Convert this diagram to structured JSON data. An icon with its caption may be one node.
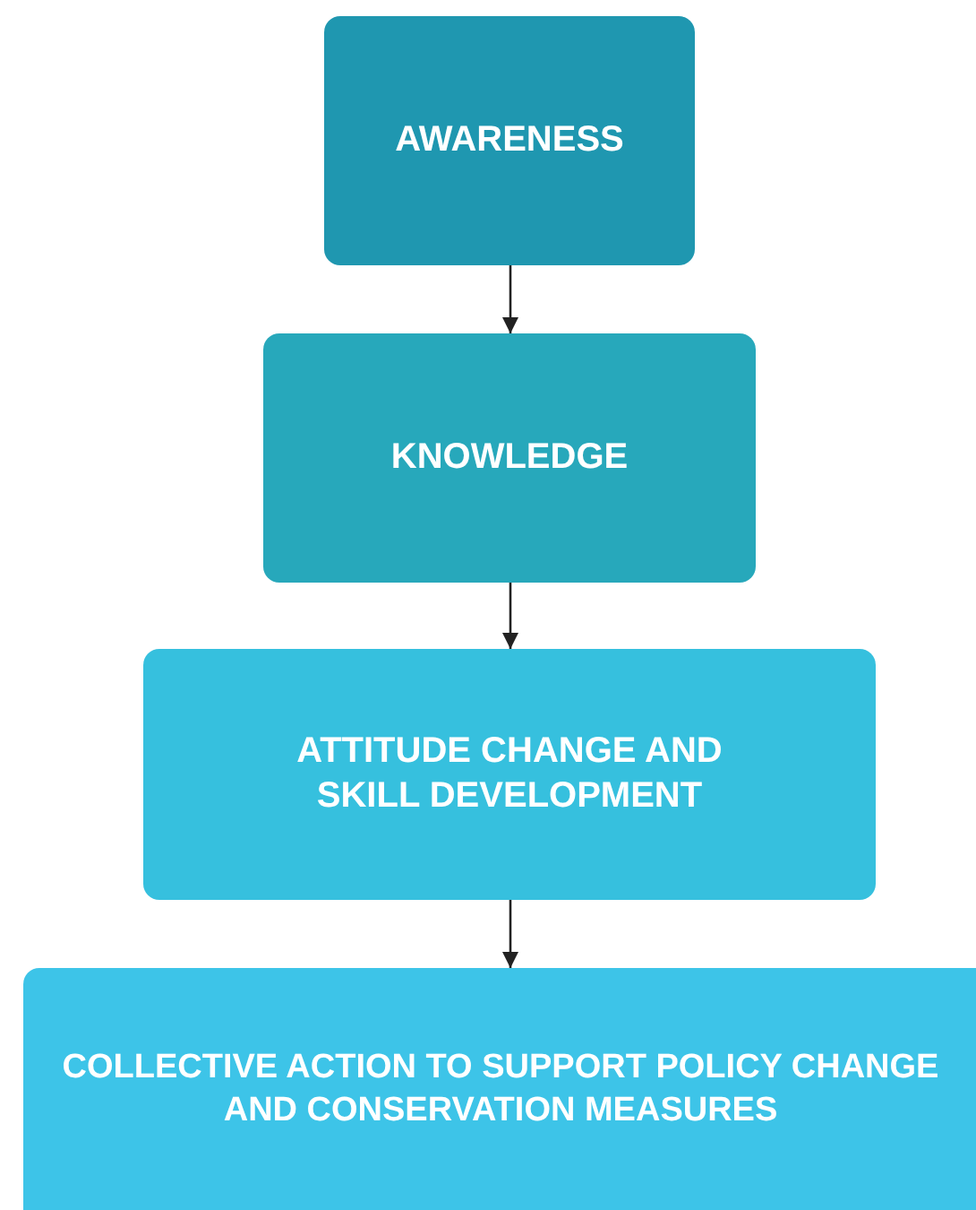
{
  "diagram": {
    "nodes": [
      {
        "text": [
          "AWARENESS"
        ]
      },
      {
        "text": [
          "KNOWLEDGE"
        ]
      },
      {
        "text": [
          "ATTITUDE CHANGE AND SKILL DEVELOPMENT"
        ]
      },
      {
        "text": [
          "COLLECTIVE ACTION TO SUPPORT POLICY CHANGE AND CONSERVATION MEASURES"
        ]
      }
    ],
    "edges": [
      {
        "from": 0,
        "to": 1,
        "arrow": "to"
      },
      {
        "from": 1,
        "to": 2,
        "arrow": "to"
      },
      {
        "from": 2,
        "to": 3,
        "arrow": "to"
      }
    ]
  }
}
